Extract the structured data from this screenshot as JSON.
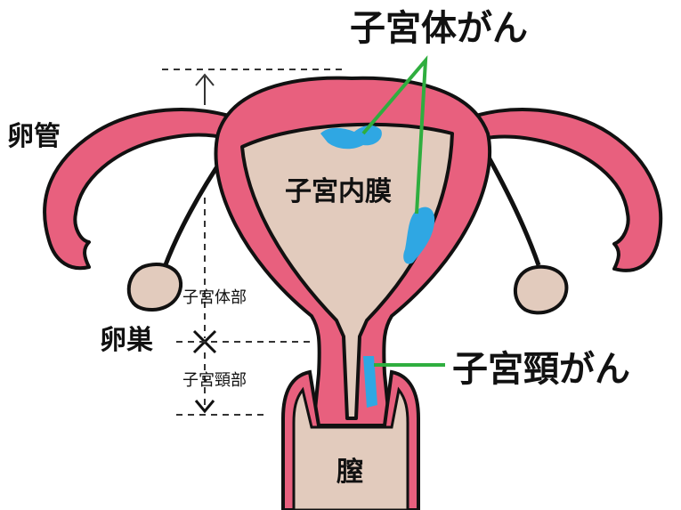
{
  "labels": {
    "corpus_cancer": "子宮体がん",
    "fallopian_tube": "卵管",
    "endometrium": "子宮内膜",
    "corpus": "子宮体部",
    "ovary": "卵巣",
    "cervix": "子宮頸部",
    "cervical_cancer": "子宮頸がん",
    "vagina": "膣"
  },
  "colors": {
    "uterus_wall": "#e8607e",
    "lining": "#e2cbbd",
    "tumor": "#2fa7e3",
    "pointer": "#2fae3f",
    "outline": "#111111"
  }
}
